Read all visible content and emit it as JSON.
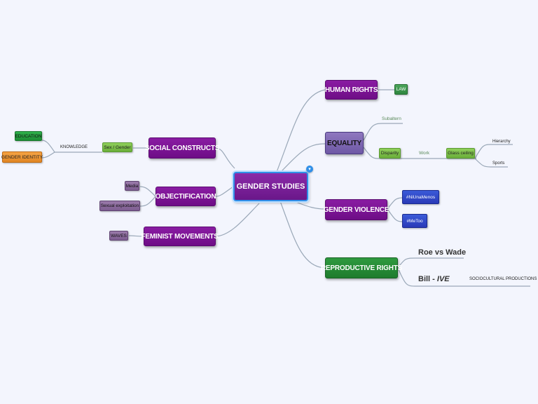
{
  "center": {
    "label": "GENDER STUDIES"
  },
  "branches": {
    "human_rights": "HUMAN RIGHTS",
    "equality": "EQUALITY",
    "gender_violence": "GENDER VIOLENCE",
    "reproductive_rights": "REPRODUCTIVE RIGHTS",
    "social_constructs": "SOCIAL CONSTRUCTS",
    "objectification": "OBJECTIFICATION",
    "feminist_movements": "FEMINIST MOVEMENTS"
  },
  "subtopics": {
    "law": "LAW",
    "subaltern": "Subaltern",
    "disparity": "Disparity",
    "work": "Work",
    "glass_ceiling": "Glass ceiling",
    "hierarchy": "Hierarchy",
    "sports": "Sports",
    "ni_una_menos": "#NiUnaMenos",
    "metoo": "#MeToo",
    "roe_vs_wade": "Roe vs Wade",
    "bill_prefix": "Bill - ",
    "bill_ive": "IVE",
    "sociocultural": "SOCIOCULTURAL PRODUCTIONS",
    "sex_gender": "Sex / Gender",
    "knowledge": "KNOWLEDGE",
    "education": "EDUCATION",
    "gender_identity": "GENDER IDENTITY",
    "media": "Media",
    "sexual_exploitation": "Sexual exploitation",
    "waves": "WAVES"
  },
  "colors": {
    "link": "#9aa8b8",
    "purple": "#7a1494",
    "green": "#248a34",
    "center_border": "#2f8fe8"
  }
}
